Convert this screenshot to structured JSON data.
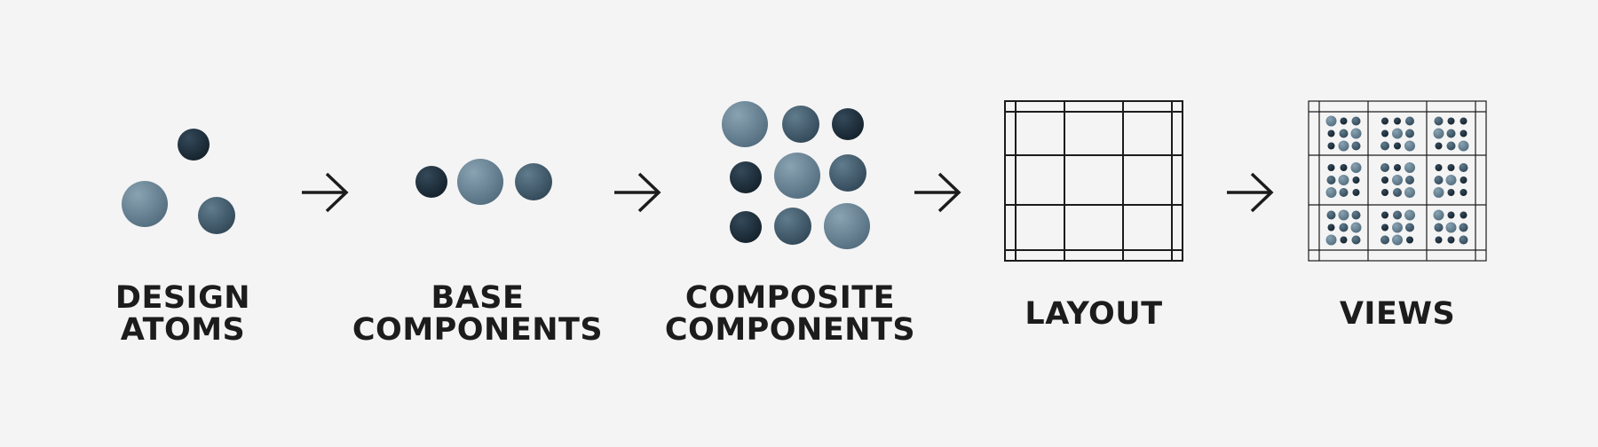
{
  "stages": [
    {
      "id": "design-atoms",
      "lines": [
        "DESIGN",
        "ATOMS"
      ]
    },
    {
      "id": "base-components",
      "lines": [
        "BASE",
        "COMPONENTS"
      ]
    },
    {
      "id": "composite-components",
      "lines": [
        "COMPOSITE",
        "COMPONENTS"
      ]
    },
    {
      "id": "layout",
      "lines": [
        "LAYOUT"
      ]
    },
    {
      "id": "views",
      "lines": [
        "VIEWS"
      ]
    }
  ],
  "colors": {
    "background": "#f4f4f4",
    "ink": "#1c1c1c",
    "dot_light": "#7f99aa",
    "dot_mid": "#4f6b7c",
    "dot_dark": "#1f2f3b"
  },
  "connector_icon": "arrow-right-icon"
}
